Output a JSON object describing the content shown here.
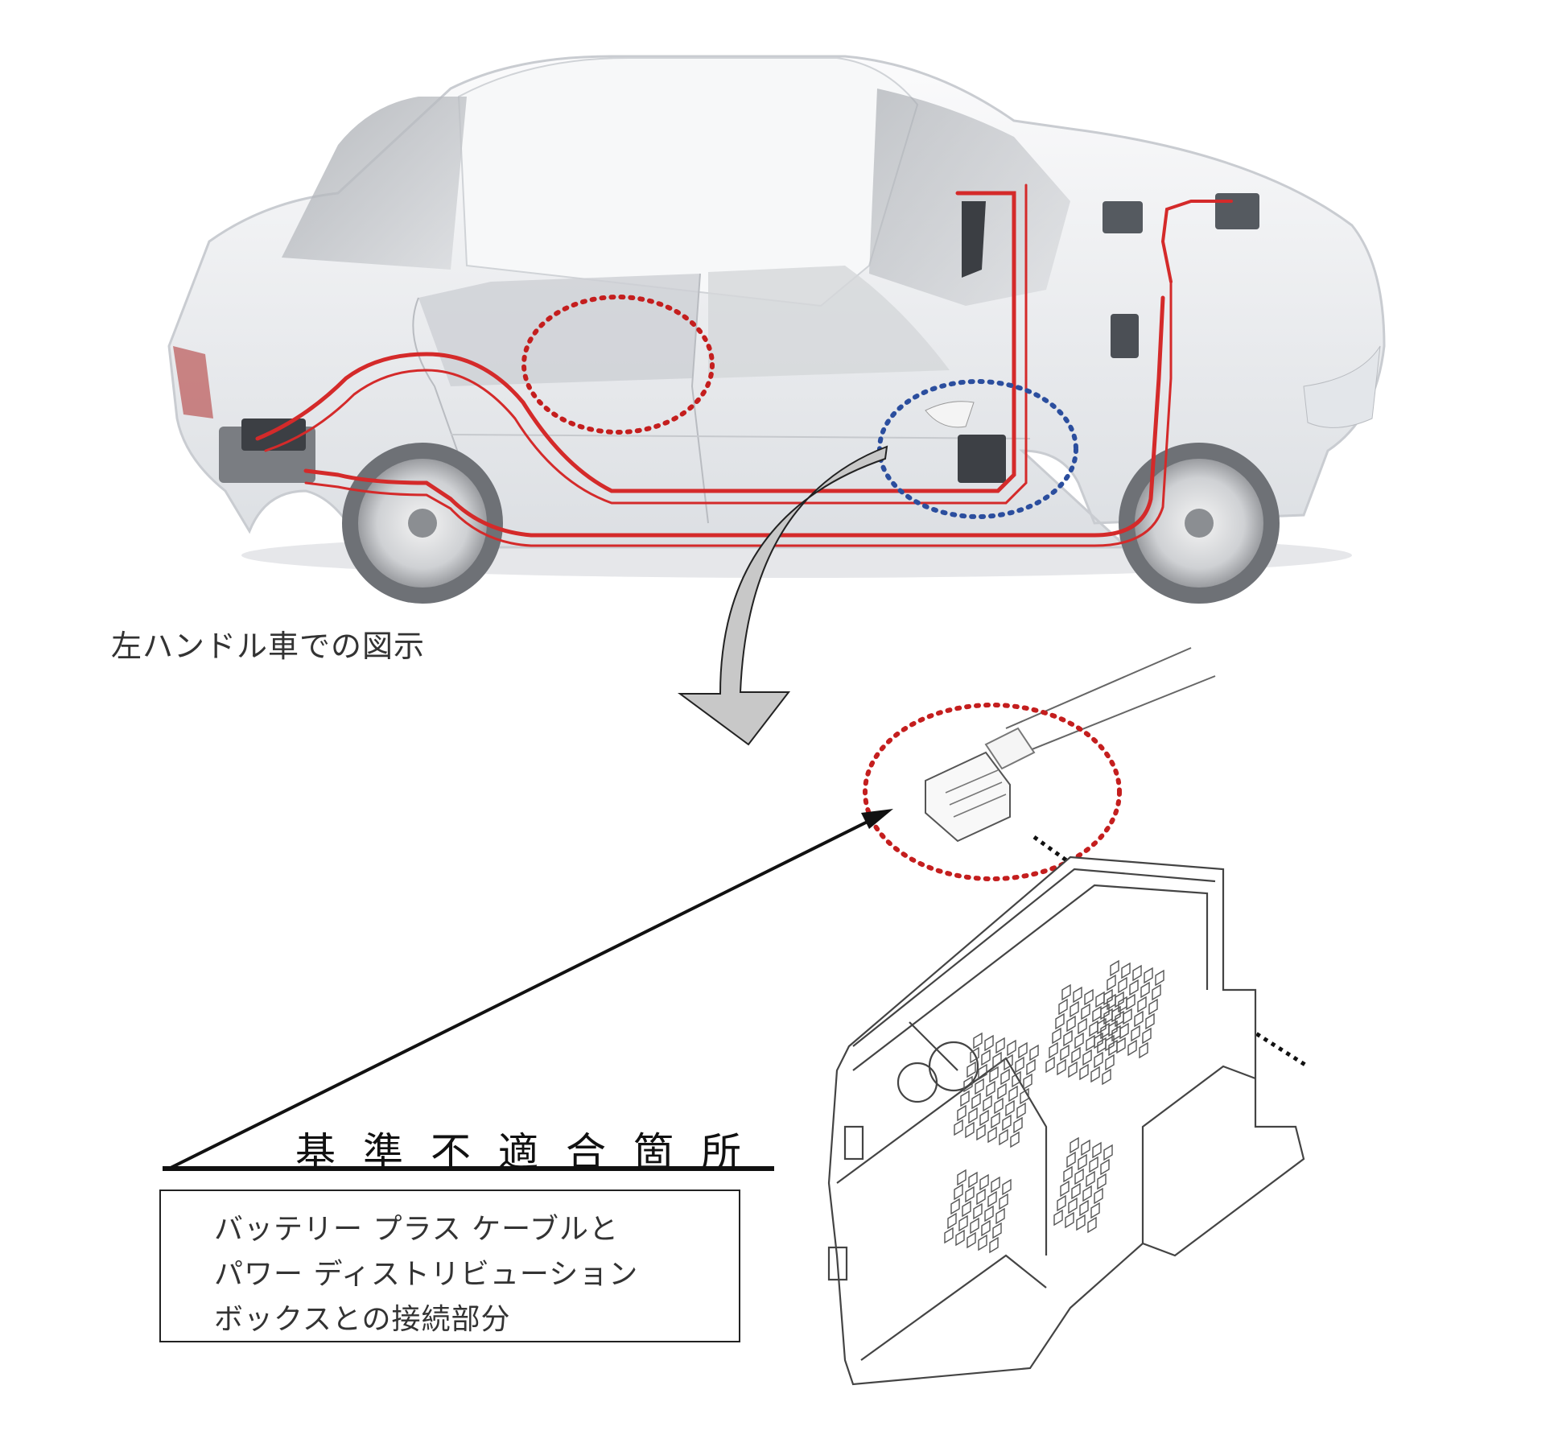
{
  "caption": "左ハンドル車での図示",
  "defect_title": [
    "基",
    "準",
    "不",
    "適",
    "合",
    "箇",
    "所"
  ],
  "defect_description": [
    "バッテリー プラス ケーブルと",
    "パワー ディストリビューション",
    "ボックスとの接続部分"
  ],
  "colors": {
    "cable": "#d42a2a",
    "highlight_red": "#c41e1e",
    "highlight_blue": "#2b4e9e",
    "car_body": "#f2f3f5",
    "arrow": "#c8c8c8"
  }
}
